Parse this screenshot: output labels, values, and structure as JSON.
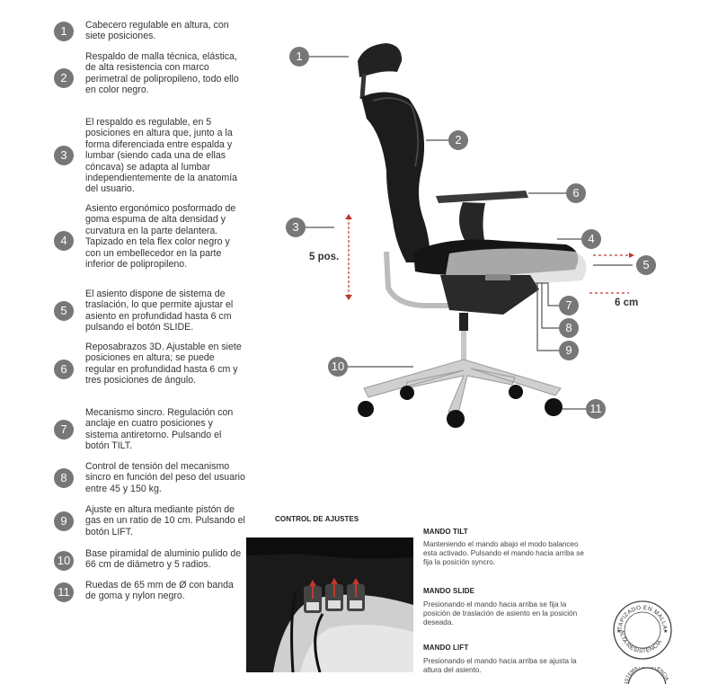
{
  "features": [
    {
      "number": "1",
      "text": "Cabecero regulable en altura, con siete posiciones."
    },
    {
      "number": "2",
      "text": "Respaldo de malla técnica, elástica, de alta resistencia con marco perimetral de polipropileno, todo ello en color negro."
    },
    {
      "number": "3",
      "text": "El respaldo es regulable, en 5 posiciones en altura que, junto a la forma diferenciada entre espalda y lumbar (siendo cada una de ellas  cóncava) se adapta al lumbar independientemente de la anatomía del usuario."
    },
    {
      "number": "4",
      "text": "Asiento ergonómico posformado de goma espuma de alta densidad y curvatura en la parte delantera. Tapizado en tela flex color negro y con un embellecedor en la parte inferior de polipropileno."
    },
    {
      "number": "5",
      "text": "El asiento dispone de sistema de traslación, lo que permite ajustar el asiento en profundidad hasta 6 cm pulsando el botón  SLIDE."
    },
    {
      "number": "6",
      "text": "Reposabrazos 3D. Ajustable en siete posiciones en altura; se puede regular en profundidad hasta 6 cm  y tres posiciones de ángulo."
    },
    {
      "number": "7",
      "text": "Mecanismo sincro. Regulación con anclaje en cuatro posiciones y sistema antiretorno. Pulsando el botón TILT."
    },
    {
      "number": "8",
      "text": "Control de tensión del mecanismo sincro en función del peso del usuario entre 45 y 150 kg."
    },
    {
      "number": "9",
      "text": "Ajuste en altura mediante pistón de gas en un ratio de 10 cm. Pulsando el botón  LIFT."
    },
    {
      "number": "10",
      "text": "Base piramidal de aluminio pulido de 66 cm de diámetro y 5 radios."
    },
    {
      "number": "11",
      "text": "Ruedas de 65 mm de Ø con banda de goma y nylon negro."
    }
  ],
  "diagram": {
    "callouts": [
      "1",
      "2",
      "3",
      "4",
      "5",
      "6",
      "7",
      "8",
      "9",
      "10",
      "11"
    ],
    "backrest_label": "5 pos.",
    "seat_label": "6 cm"
  },
  "controls": {
    "title": "CONTROL DE AJUSTES",
    "sections": [
      {
        "title": "MANDO TILT",
        "text": "Manteniendo el mando abajo el modo balanceo esta activado. Pulsando el mando hacia arriba se fija la posición syncro."
      },
      {
        "title": "MANDO SLIDE",
        "text": "Presionando el mando hacia arriba se fija la posición de traslación de asiento en la posición deseada."
      },
      {
        "title": "MANDO LIFT",
        "text": "Presionando el mando hacia arriba se ajusta la altura del asiento."
      }
    ]
  },
  "badges": {
    "seal_1": "TAPIZADO EN MALLA ALTA RESISTENCIA",
    "seal_2": "SISTEMA RESISTENCIA"
  },
  "colors": {
    "callout_circle": "#777777",
    "arrow_red": "#c0392b"
  }
}
